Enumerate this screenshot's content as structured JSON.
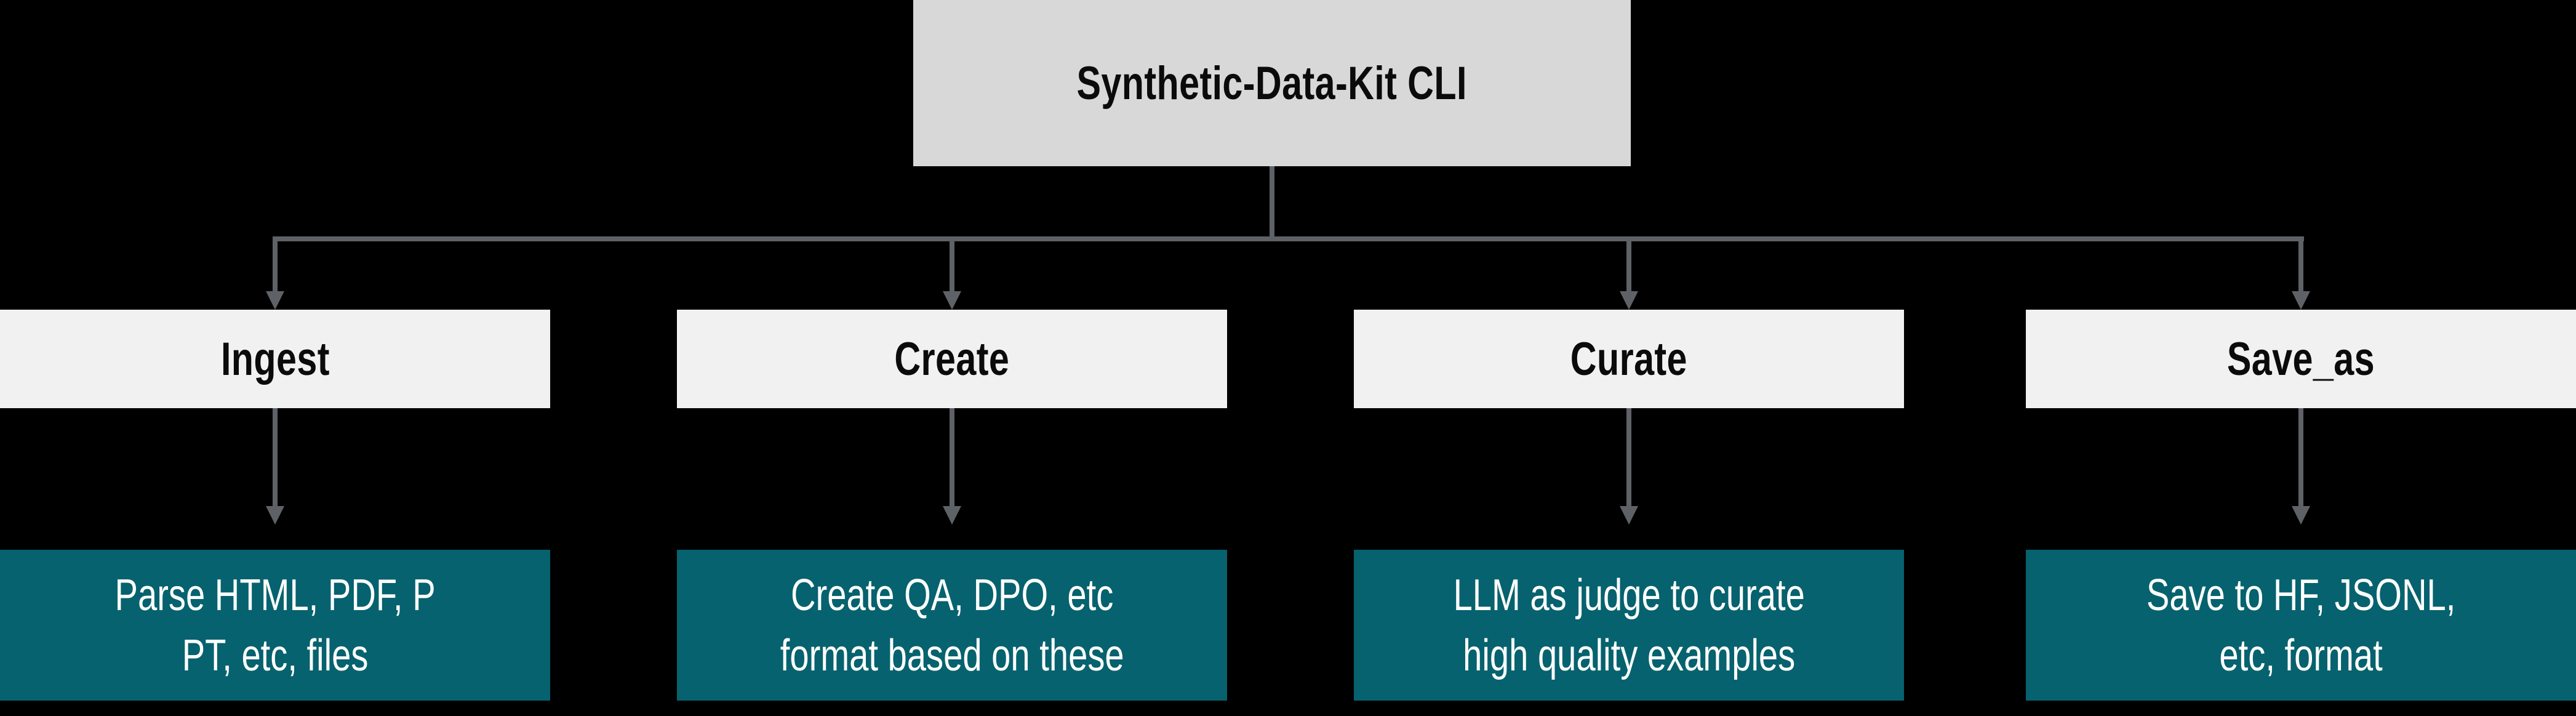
{
  "diagram": {
    "title": "Synthetic-Data-Kit CLI",
    "columns": [
      {
        "command": "Ingest",
        "detail_lines": [
          "Parse HTML, PDF, P",
          "PT, etc, files"
        ]
      },
      {
        "command": "Create",
        "detail_lines": [
          "Create QA, DPO, etc",
          "format based on these"
        ]
      },
      {
        "command": "Curate",
        "detail_lines": [
          "LLM as judge to curate",
          "high quality examples"
        ]
      },
      {
        "command": "Save_as",
        "detail_lines": [
          "Save to HF, JSONL,",
          "etc, format"
        ]
      }
    ],
    "colors": {
      "background": "#000000",
      "title_box_fill": "#d8d8d9",
      "command_box_fill": "#f1f1f2",
      "detail_box_fill": "#06626e",
      "detail_text": "#ffffff",
      "label_text": "#0b0b0b",
      "connector": "#5e6266"
    }
  }
}
